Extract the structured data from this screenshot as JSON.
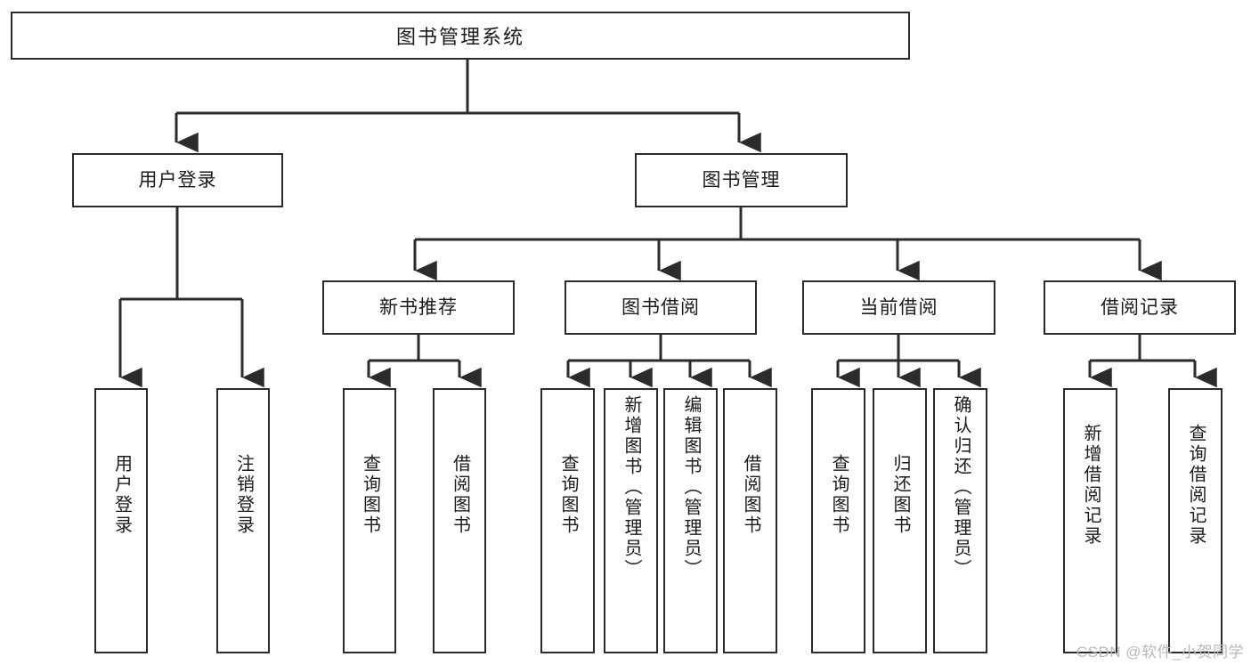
{
  "diagram": {
    "type": "tree",
    "title": "图书管理系统",
    "root": {
      "label": "图书管理系统"
    },
    "level2": [
      {
        "label": "用户登录"
      },
      {
        "label": "图书管理"
      }
    ],
    "level3": [
      {
        "label": "新书推荐",
        "parent": "图书管理"
      },
      {
        "label": "图书借阅",
        "parent": "图书管理"
      },
      {
        "label": "当前借阅",
        "parent": "图书管理"
      },
      {
        "label": "借阅记录",
        "parent": "图书管理"
      }
    ],
    "leaves": [
      {
        "label": "用户登录",
        "parent": "用户登录"
      },
      {
        "label": "注销登录",
        "parent": "用户登录"
      },
      {
        "label": "查询图书",
        "parent": "新书推荐"
      },
      {
        "label": "借阅图书",
        "parent": "新书推荐"
      },
      {
        "label": "查询图书",
        "parent": "图书借阅"
      },
      {
        "label": "新增图书（管理员）",
        "parent": "图书借阅"
      },
      {
        "label": "编辑图书（管理员）",
        "parent": "图书借阅"
      },
      {
        "label": "借阅图书",
        "parent": "图书借阅"
      },
      {
        "label": "查询图书",
        "parent": "当前借阅"
      },
      {
        "label": "归还图书",
        "parent": "当前借阅"
      },
      {
        "label": "确认归还（管理员）",
        "parent": "当前借阅"
      },
      {
        "label": "新增借阅记录",
        "parent": "借阅记录"
      },
      {
        "label": "查询借阅记录",
        "parent": "借阅记录"
      }
    ],
    "colors": {
      "stroke": "#2b2b2b",
      "background": "#ffffff",
      "text": "#1b1b1b",
      "watermark": "#b9b9b9"
    }
  },
  "watermark": {
    "text": "CSDN @软件_小贺同学"
  }
}
